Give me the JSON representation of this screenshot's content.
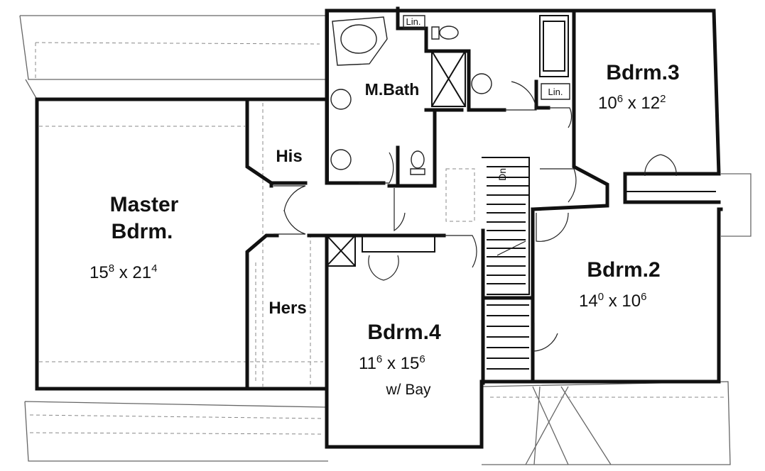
{
  "rooms": {
    "master": {
      "name_line1": "Master",
      "name_line2": "Bdrm.",
      "dim_a": "15",
      "dim_a_sup": "8",
      "dim_b": "21",
      "dim_b_sup": "4"
    },
    "bdrm2": {
      "name": "Bdrm.2",
      "dim_a": "14",
      "dim_a_sup": "0",
      "dim_b": "10",
      "dim_b_sup": "6"
    },
    "bdrm3": {
      "name": "Bdrm.3",
      "dim_a": "10",
      "dim_a_sup": "6",
      "dim_b": "12",
      "dim_b_sup": "2"
    },
    "bdrm4": {
      "name": "Bdrm.4",
      "dim_a": "11",
      "dim_a_sup": "6",
      "dim_b": "15",
      "dim_b_sup": "6",
      "note": "w/ Bay"
    },
    "mbath": {
      "name": "M.Bath"
    },
    "his": {
      "name": "His"
    },
    "hers": {
      "name": "Hers"
    },
    "linen_top": {
      "name": "Lin."
    },
    "linen_bdrm3": {
      "name": "Lin."
    },
    "stairs": {
      "name": "Dn."
    }
  },
  "separator": "x"
}
